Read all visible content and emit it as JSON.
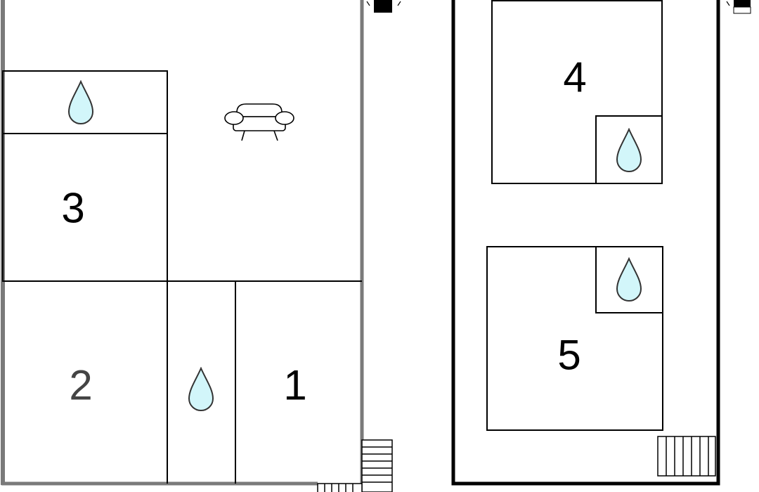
{
  "floorplan": {
    "rooms": [
      {
        "id": "room-1",
        "label": "1"
      },
      {
        "id": "room-2",
        "label": "2"
      },
      {
        "id": "room-3",
        "label": "3"
      },
      {
        "id": "room-4",
        "label": "4"
      },
      {
        "id": "room-5",
        "label": "5"
      }
    ],
    "icons": {
      "bathroom": "water-drop-icon",
      "living_room": "sofa-icon",
      "stairs": "stairs-icon",
      "window": "window-marker-icon"
    },
    "colors": {
      "wall": "#000000",
      "outer_wall": "#7a7a7a",
      "water_fill": "#d2f6fa",
      "water_stroke": "#333333",
      "background": "#ffffff"
    }
  }
}
